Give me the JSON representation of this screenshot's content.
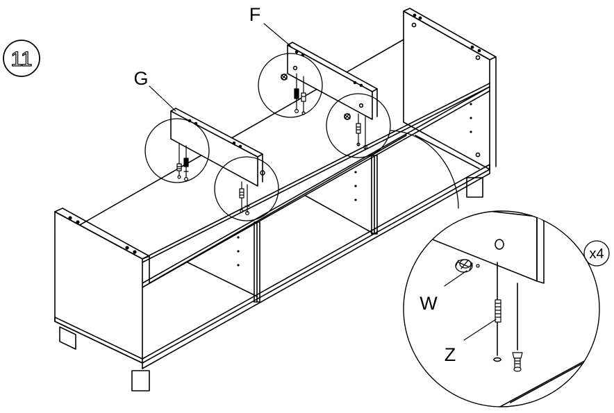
{
  "step_number": "11",
  "labels": {
    "f": "F",
    "g": "G",
    "w": "W",
    "z": "Z"
  },
  "quantity": "x4",
  "colors": {
    "line": "#000000",
    "background": "#ffffff"
  }
}
